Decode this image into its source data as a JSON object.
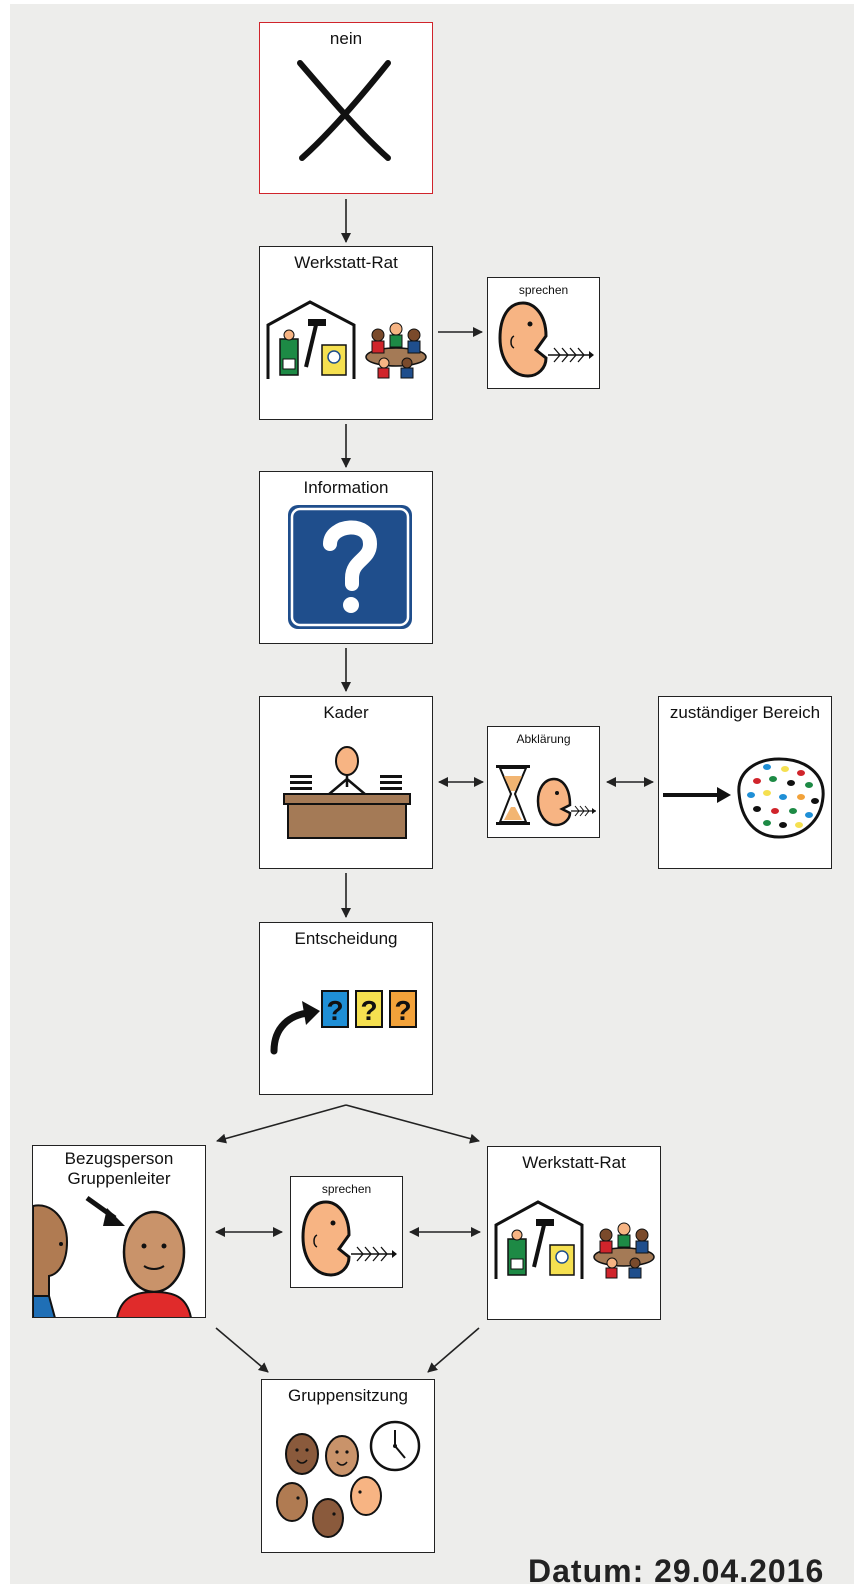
{
  "nodes": {
    "nein": "nein",
    "werkstatt_rat_1": "Werkstatt-Rat",
    "sprechen_1": "sprechen",
    "information": "Information",
    "kader": "Kader",
    "abklaerung": "Abklärung",
    "zustaendiger_bereich": "zuständiger Bereich",
    "entscheidung": "Entscheidung",
    "bezugsperson_line1": "Bezugsperson",
    "bezugsperson_line2": "Gruppenleiter",
    "sprechen_2": "sprechen",
    "werkstatt_rat_2": "Werkstatt-Rat",
    "gruppensitzung": "Gruppensitzung"
  },
  "footer": {
    "text": "Datum: 29.04.2016"
  },
  "colors": {
    "background": "#ededeb",
    "info_blue": "#1f4e8c",
    "nein_border": "#d0242b",
    "desk_brown": "#a47a56",
    "face_peach": "#f7b483",
    "apron_green": "#1d8a45"
  }
}
